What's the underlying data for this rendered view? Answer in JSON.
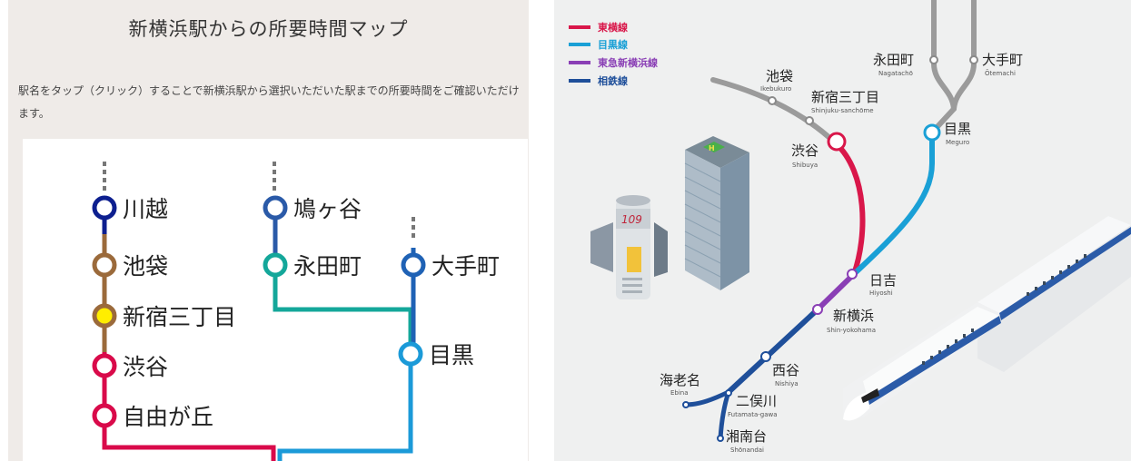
{
  "left_panel": {
    "title": "新横浜駅からの所要時間マップ",
    "description": "駅名をタップ（クリック）することで新横浜駅から選択いただいた駅までの所要時間をご確認いただけます。",
    "stations": {
      "kawagoe": "川越",
      "ikebukuro": "池袋",
      "shinjuku_sanchome": "新宿三丁目",
      "shibuya": "渋谷",
      "jiyugaoka": "自由が丘",
      "hatogaya": "鳩ヶ谷",
      "nagatacho": "永田町",
      "otemachi": "大手町",
      "meguro": "目黒"
    },
    "colors": {
      "tobu": "#0d1f8f",
      "fukutoshin": "#9b6a3b",
      "toyoko": "#d90a4a",
      "namboku": "#2a5aa8",
      "hanzomon": "#14a79a",
      "mita": "#1f62b5",
      "meguro_line": "#1b9ad8",
      "highlight": "#ffee00"
    }
  },
  "right_panel": {
    "legend": [
      {
        "label": "東横線",
        "color": "#d9174a"
      },
      {
        "label": "目黒線",
        "color": "#1aa0d6"
      },
      {
        "label": "東急新横浜線",
        "color": "#8a3fb5"
      },
      {
        "label": "相鉄線",
        "color": "#1f4f9a"
      }
    ],
    "stations": {
      "ikebukuro": {
        "ja": "池袋",
        "en": "Ikebukuro"
      },
      "shinjuku_sanchome": {
        "ja": "新宿三丁目",
        "en": "Shinjuku-sanchōme"
      },
      "shibuya": {
        "ja": "渋谷",
        "en": "Shibuya"
      },
      "nagatacho": {
        "ja": "永田町",
        "en": "Nagatachō"
      },
      "otemachi": {
        "ja": "大手町",
        "en": "Ōtemachi"
      },
      "meguro": {
        "ja": "目黒",
        "en": "Meguro"
      },
      "hiyoshi": {
        "ja": "日吉",
        "en": "Hiyoshi"
      },
      "shin_yokohama": {
        "ja": "新横浜",
        "en": "Shin-yokohama"
      },
      "nishiya": {
        "ja": "西谷",
        "en": "Nishiya"
      },
      "ebina": {
        "ja": "海老名",
        "en": "Ebina"
      },
      "futamata_gawa": {
        "ja": "二俣川",
        "en": "Futamata-gawa"
      },
      "shonandai": {
        "ja": "湘南台",
        "en": "Shōnandai"
      }
    },
    "landmark_logo": "109",
    "colors": {
      "gray_line": "#9b9b9b",
      "toyoko": "#d9174a",
      "meguro": "#1aa0d6",
      "shin_yokohama_line": "#8a3fb5",
      "sotetsu": "#1f4f9a"
    }
  }
}
